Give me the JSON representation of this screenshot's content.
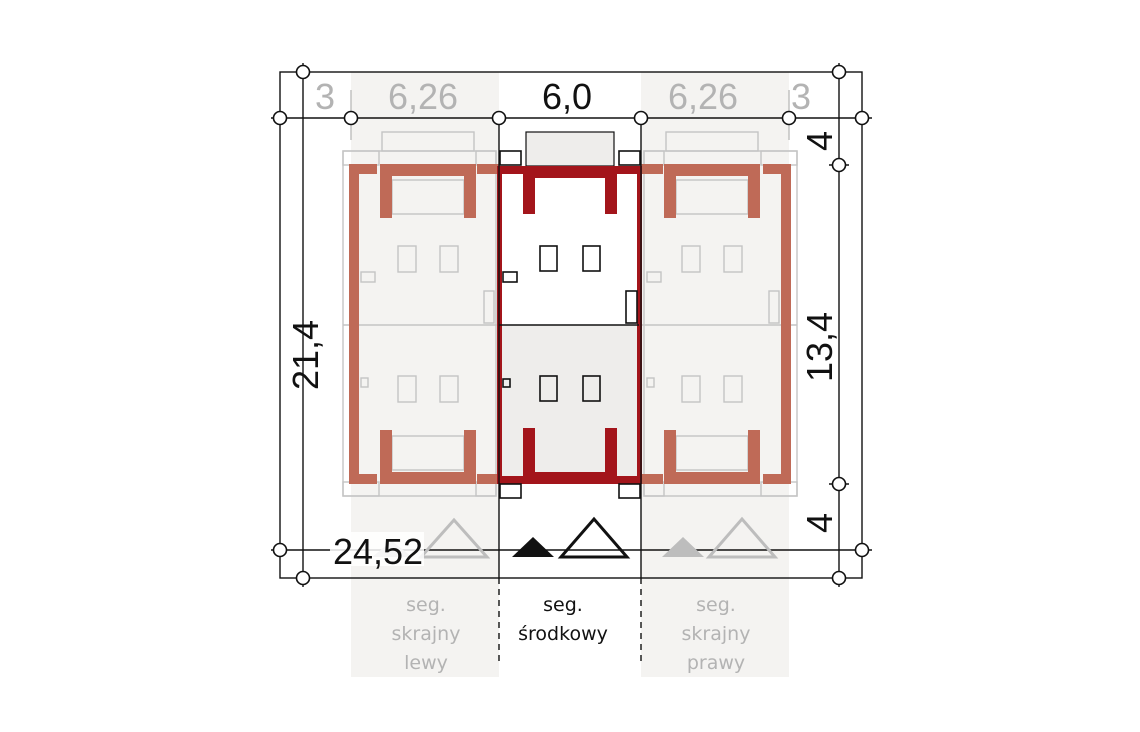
{
  "dimensions": {
    "overall_width": "24,52",
    "overall_depth": "21,4",
    "building_depth": "13,4",
    "front_setback": "4",
    "rear_setback": "4",
    "left_margin": "3",
    "right_margin": "3",
    "left_segment_width": "6,26",
    "middle_segment_width": "6,0",
    "right_segment_width": "6,26"
  },
  "segments": {
    "left": {
      "line1": "seg.",
      "line2": "skrajny",
      "line3": "lewy"
    },
    "middle": {
      "line1": "seg.",
      "line2": "środkowy"
    },
    "right": {
      "line1": "seg.",
      "line2": "skrajny",
      "line3": "prawy"
    }
  },
  "colors": {
    "middle_walls": "#a3151b",
    "side_walls": "#bf6a57",
    "dimension_dark": "#111111",
    "dimension_light": "#b3b3b3",
    "highlight_band": "#f4f3f1"
  },
  "icons": [
    "entrance-triangle-icon",
    "north-arrow-icon"
  ]
}
